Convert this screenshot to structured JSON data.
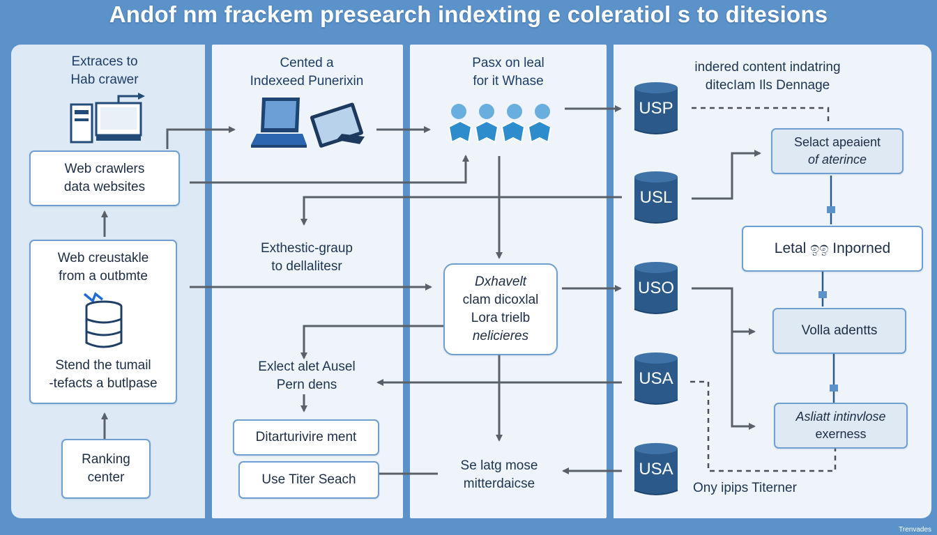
{
  "title": "Andof nm frackem presearch indexting e coleratiol s to ditesions",
  "col1": {
    "header_line1": "Extraces to",
    "header_line2": "Hab crawer",
    "box1_line1": "Web crawlers",
    "box1_line2": "data websites",
    "box2_line1": "Web creustakle",
    "box2_line2": "from a outbmte",
    "box2_line3": "Stend the tumail",
    "box2_line4": "-tefacts a butlpase",
    "box3_line1": "Ranking",
    "box3_line2": "center"
  },
  "col2": {
    "header_line1": "Cented a",
    "header_line2": "Indexeed Punerixin",
    "text1_line1": "Exthestic-graup",
    "text1_line2": "to dellalitesr",
    "text2_line1": "Exlect alet Ausel",
    "text2_line2": "Pern dens",
    "box1": "Ditarturivire ment",
    "box2": "Use Titer Seach"
  },
  "col3": {
    "header_line1": "Pasx on leal",
    "header_line2": "for it Whase",
    "box1_line1": "Dxhavelt",
    "box1_line2": "clam dicoxlal",
    "box1_line3": "Lora trielb",
    "box1_line4": "nelicieres",
    "text1_line1": "Se latg mose",
    "text1_line2": "mitterdaicse"
  },
  "col4": {
    "header_line1": "indered content indatring",
    "header_line2": "ditecIam Ils Dennage",
    "db_labels": [
      "USP",
      "USL",
      "USO",
      "USA",
      "USA"
    ],
    "box1_line1": "Selact apeaient",
    "box1_line2": "of aterince",
    "box2": "Letal ඉඉ Inporned",
    "box3": "Volla adentts",
    "box4_line1": "Asliatt intinvlose",
    "box4_line2": "exerness",
    "footer_text": "Ony ipips Titerner"
  },
  "corner_tag": "Trenvades",
  "colors": {
    "background": "#5b92c9",
    "panel": "#eef4fa",
    "box_border": "#6e9fd0",
    "db_fill": "#2b5a8a",
    "arrow": "#5a6068"
  },
  "icons": [
    "desktop-computer-icon",
    "laptop-icon",
    "tablet-icon",
    "people-group-icon",
    "database-icon",
    "lightning-icon"
  ]
}
